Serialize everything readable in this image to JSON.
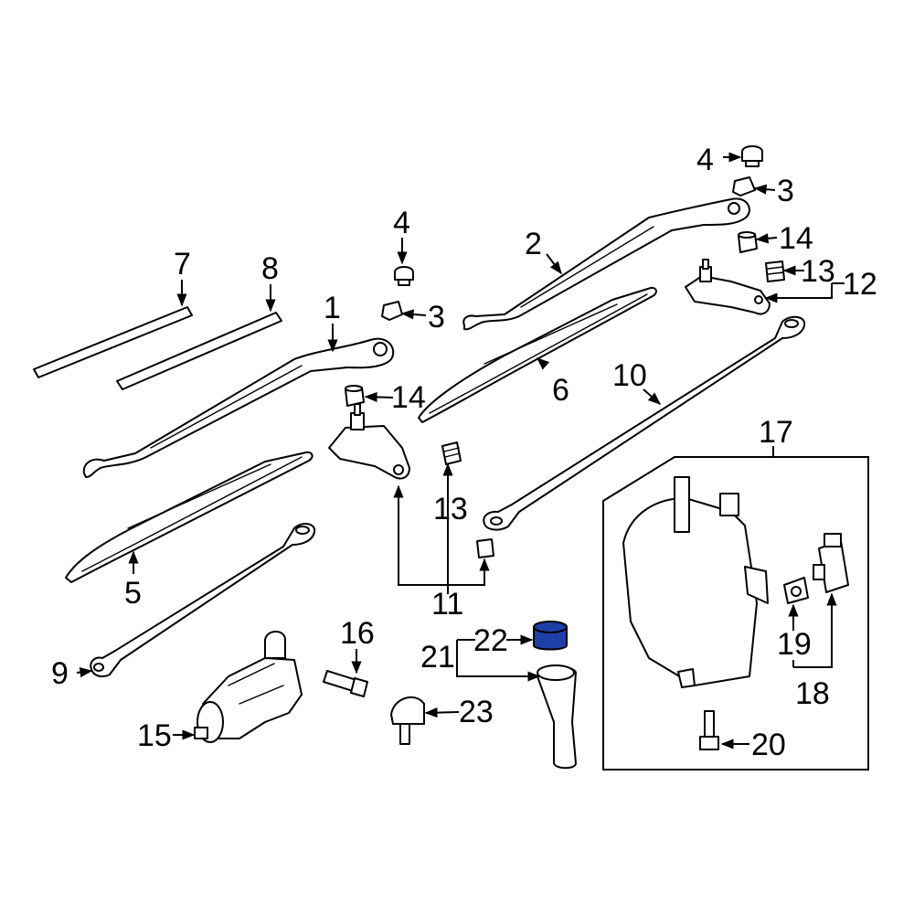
{
  "colors": {
    "line": "#000000",
    "background": "#ffffff",
    "highlight": "#1e3fa8"
  },
  "highlighted_callout": "22",
  "callouts": {
    "c1": "1",
    "c2": "2",
    "c3a": "3",
    "c3b": "3",
    "c4a": "4",
    "c4b": "4",
    "c5": "5",
    "c6": "6",
    "c7": "7",
    "c8": "8",
    "c9": "9",
    "c10": "10",
    "c11": "11",
    "c12": "12",
    "c13a": "13",
    "c13b": "13",
    "c14a": "14",
    "c14b": "14",
    "c15": "15",
    "c16": "16",
    "c17": "17",
    "c18": "18",
    "c19": "19",
    "c20": "20",
    "c21": "21",
    "c22": "22",
    "c23": "23"
  }
}
